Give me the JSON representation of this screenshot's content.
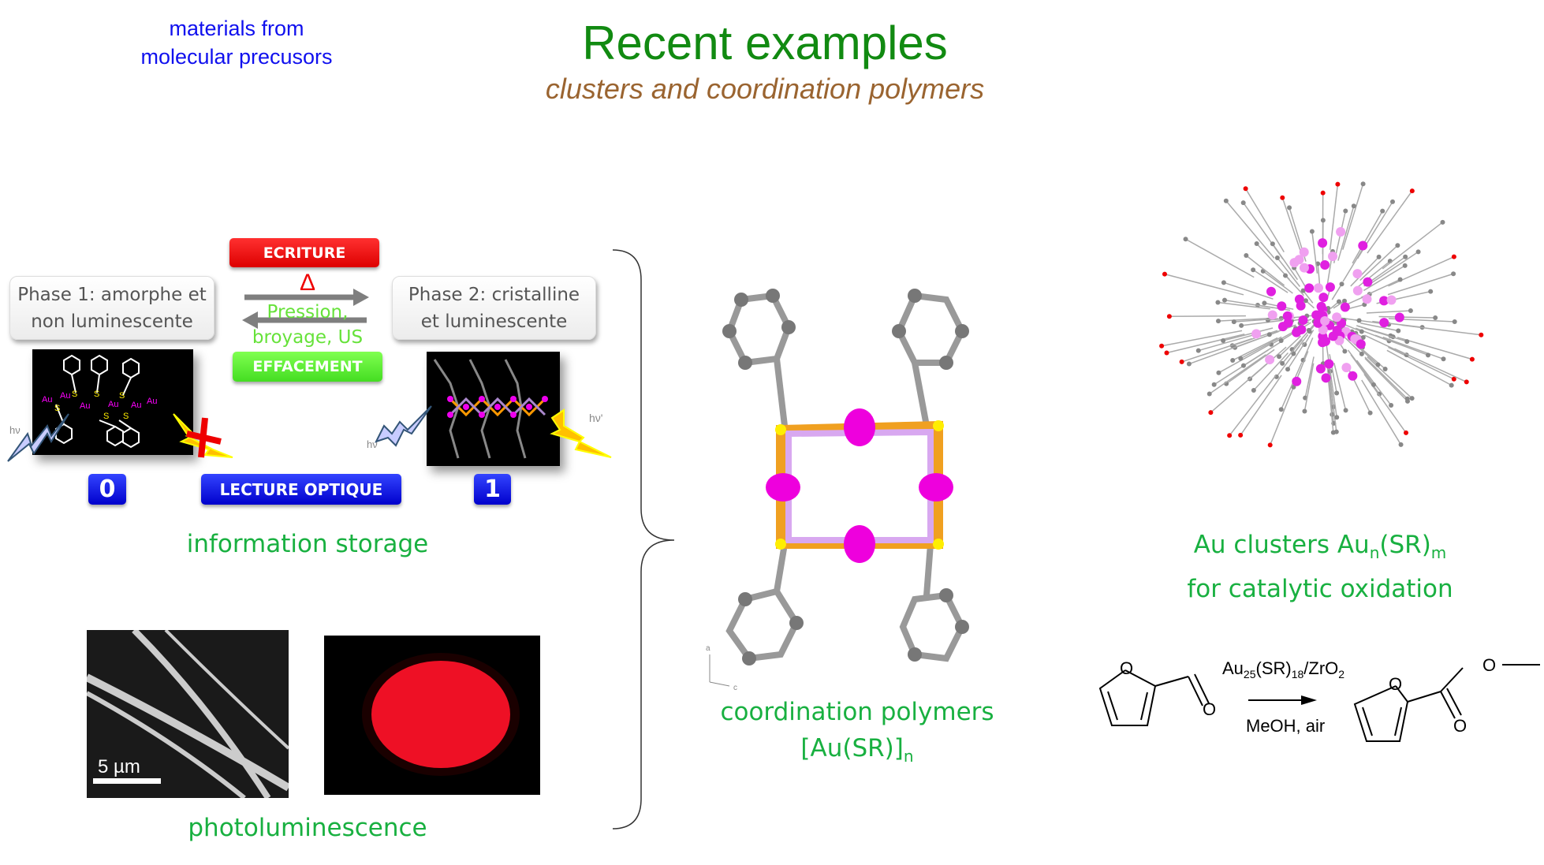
{
  "header": {
    "side_note_line1": "materials from",
    "side_note_line2": "molecular precusors",
    "title": "Recent examples",
    "subtitle": "clusters and coordination polymers"
  },
  "storage": {
    "write_label": "ECRITURE",
    "delta": "Δ",
    "erase_condition_line1": "Pression,",
    "erase_condition_line2": "broyage, US",
    "erase_label": "EFFACEMENT",
    "phase1_line1": "Phase 1: amorphe et",
    "phase1_line2": "non luminescente",
    "phase2_line1": "Phase 2: cristalline",
    "phase2_line2": "et luminescente",
    "bit0": "0",
    "bit1": "1",
    "read_label": "LECTURE OPTIQUE",
    "hv": "hν",
    "hv_prime": "hν'",
    "au": "Au",
    "s": "S",
    "caption": "information storage"
  },
  "photolum": {
    "scale_bar": "5 µm",
    "caption": "photoluminescence"
  },
  "coordination": {
    "caption_line1": "coordination polymers",
    "caption_line2_main": "[Au(SR)]",
    "caption_line2_sub": "n",
    "axis_a": "a",
    "axis_c": "c"
  },
  "clusters": {
    "caption_line1_a": "Au clusters Au",
    "caption_line1_sub1": "n",
    "caption_line1_b": "(SR)",
    "caption_line1_sub2": "m",
    "caption_line2": "for catalytic oxidation"
  },
  "reaction": {
    "catalyst_a": "Au",
    "catalyst_sub1": "25",
    "catalyst_b": "(SR)",
    "catalyst_sub2": "18",
    "catalyst_c": "/ZrO",
    "catalyst_sub3": "2",
    "conditions": "MeOH, air",
    "oxygen": "O"
  }
}
